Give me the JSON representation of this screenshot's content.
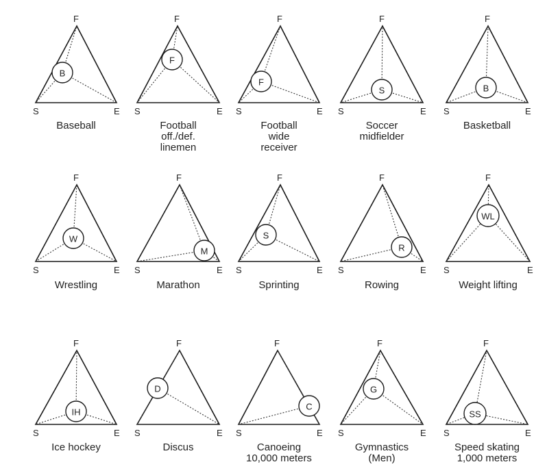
{
  "vertex_labels": {
    "top": "F",
    "left": "S",
    "right": "E"
  },
  "sports": [
    {
      "code": "B",
      "caption": [
        "Baseball"
      ]
    },
    {
      "code": "F",
      "caption": [
        "Football",
        "off./def.",
        "linemen"
      ]
    },
    {
      "code": "F",
      "caption": [
        "Football",
        "wide",
        "receiver"
      ]
    },
    {
      "code": "S",
      "caption": [
        "Soccer",
        "midfielder"
      ]
    },
    {
      "code": "B",
      "caption": [
        "Basketball"
      ]
    },
    {
      "code": "W",
      "caption": [
        "Wrestling"
      ]
    },
    {
      "code": "M",
      "caption": [
        "Marathon"
      ]
    },
    {
      "code": "S",
      "caption": [
        "Sprinting"
      ]
    },
    {
      "code": "R",
      "caption": [
        "Rowing"
      ]
    },
    {
      "code": "WL",
      "caption": [
        "Weight lifting"
      ]
    },
    {
      "code": "IH",
      "caption": [
        "Ice hockey"
      ]
    },
    {
      "code": "D",
      "caption": [
        "Discus"
      ]
    },
    {
      "code": "C",
      "caption": [
        "Canoeing",
        "10,000 meters"
      ]
    },
    {
      "code": "G",
      "caption": [
        "Gymnastics",
        "(Men)"
      ]
    },
    {
      "code": "SS",
      "caption": [
        "Speed skating",
        "1,000 meters"
      ]
    }
  ]
}
